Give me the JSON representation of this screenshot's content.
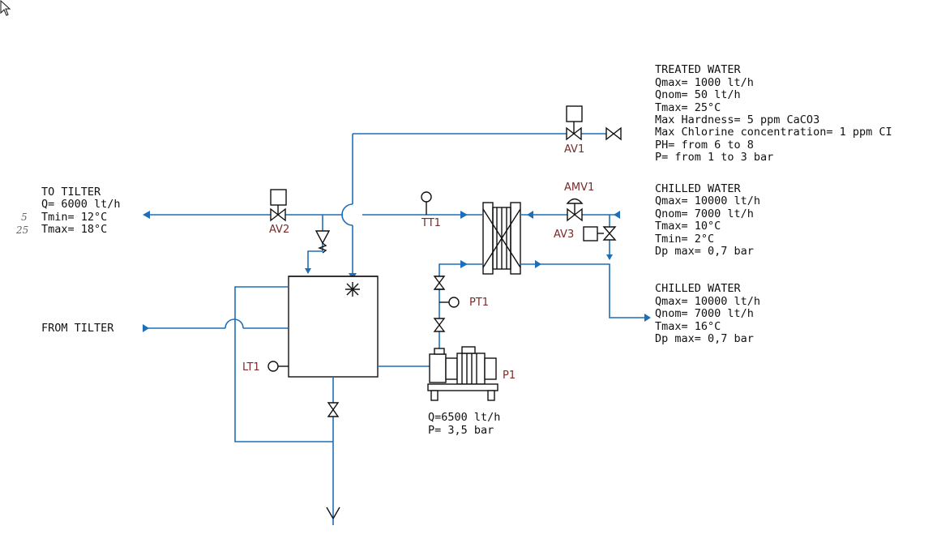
{
  "treated_water": {
    "lines": [
      "TREATED WATER",
      "Qmax= 1000 lt/h",
      "Qnom= 50 lt/h",
      "Tmax= 25°C",
      "Max Hardness= 5 ppm CaCO3",
      "Max Chlorine concentration= 1 ppm CI",
      "PH= from 6 to 8",
      "P= from 1 to 3 bar"
    ]
  },
  "chilled_water_in": {
    "lines": [
      "CHILLED WATER",
      "Qmax= 10000 lt/h",
      "Qnom= 7000 lt/h",
      "Tmax= 10°C",
      "Tmin= 2°C",
      "Dp max= 0,7 bar"
    ]
  },
  "chilled_water_out": {
    "lines": [
      "CHILLED WATER",
      "Qmax= 10000 lt/h",
      "Qnom= 7000 lt/h",
      "Tmax= 16°C",
      "Dp max= 0,7 bar"
    ]
  },
  "to_tilter": {
    "lines": [
      "TO TILTER",
      "Q= 6000 lt/h",
      "Tmin= 12°C",
      "Tmax= 18°C"
    ]
  },
  "from_tilter": {
    "label": "FROM TILTER"
  },
  "pump_spec": {
    "lines": [
      "Q=6500 lt/h",
      "P= 3,5 bar"
    ]
  },
  "tags": {
    "av1": "AV1",
    "av2": "AV2",
    "av3": "AV3",
    "amv1": "AMV1",
    "tt1": "TT1",
    "pt1": "PT1",
    "lt1": "LT1",
    "p1": "P1"
  },
  "handwritten": {
    "note_a": "5",
    "note_b": "25"
  },
  "colors": {
    "pipe": "#1f6fb8",
    "tag": "#7a2a2a",
    "outline": "#111111"
  }
}
